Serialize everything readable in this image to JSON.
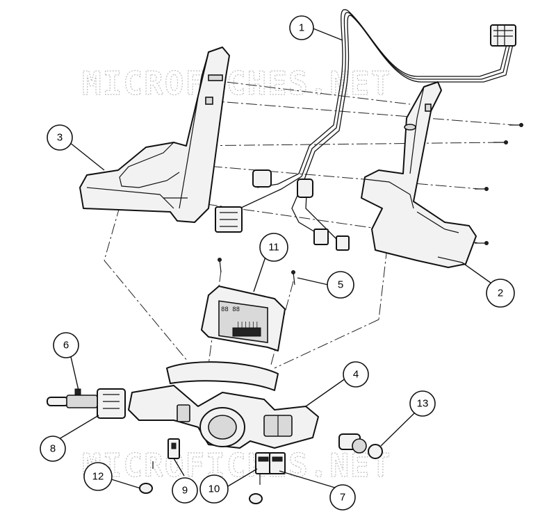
{
  "watermark": {
    "top": "MICROFICHES.NET",
    "bottom": "MICROFICHES.NET"
  },
  "callouts": [
    {
      "id": "c1",
      "label": "1"
    },
    {
      "id": "c2",
      "label": "2"
    },
    {
      "id": "c3",
      "label": "3"
    },
    {
      "id": "c4",
      "label": "4"
    },
    {
      "id": "c5",
      "label": "5"
    },
    {
      "id": "c6",
      "label": "6"
    },
    {
      "id": "c7",
      "label": "7"
    },
    {
      "id": "c8",
      "label": "8"
    },
    {
      "id": "c9",
      "label": "9"
    },
    {
      "id": "c10",
      "label": "10"
    },
    {
      "id": "c11",
      "label": "11"
    },
    {
      "id": "c12",
      "label": "12"
    },
    {
      "id": "c13",
      "label": "13"
    }
  ]
}
